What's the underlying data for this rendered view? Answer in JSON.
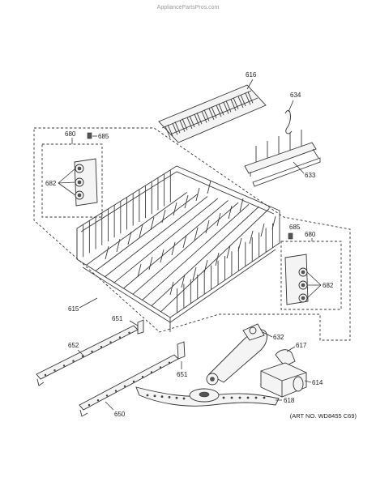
{
  "watermark": "AppliancePartsPros.com",
  "art_number": "(ART NO. WD8455 C69)",
  "labels": {
    "p616": "616",
    "p634": "634",
    "p633": "633",
    "p680_left": "680",
    "p685_left": "685",
    "p682_left": "682",
    "p685_right": "685",
    "p680_right": "680",
    "p682_right": "682",
    "p615": "615",
    "p651_top": "651",
    "p632": "632",
    "p617": "617",
    "p652": "652",
    "p651_bottom": "651",
    "p614": "614",
    "p618": "618",
    "p650": "650"
  }
}
